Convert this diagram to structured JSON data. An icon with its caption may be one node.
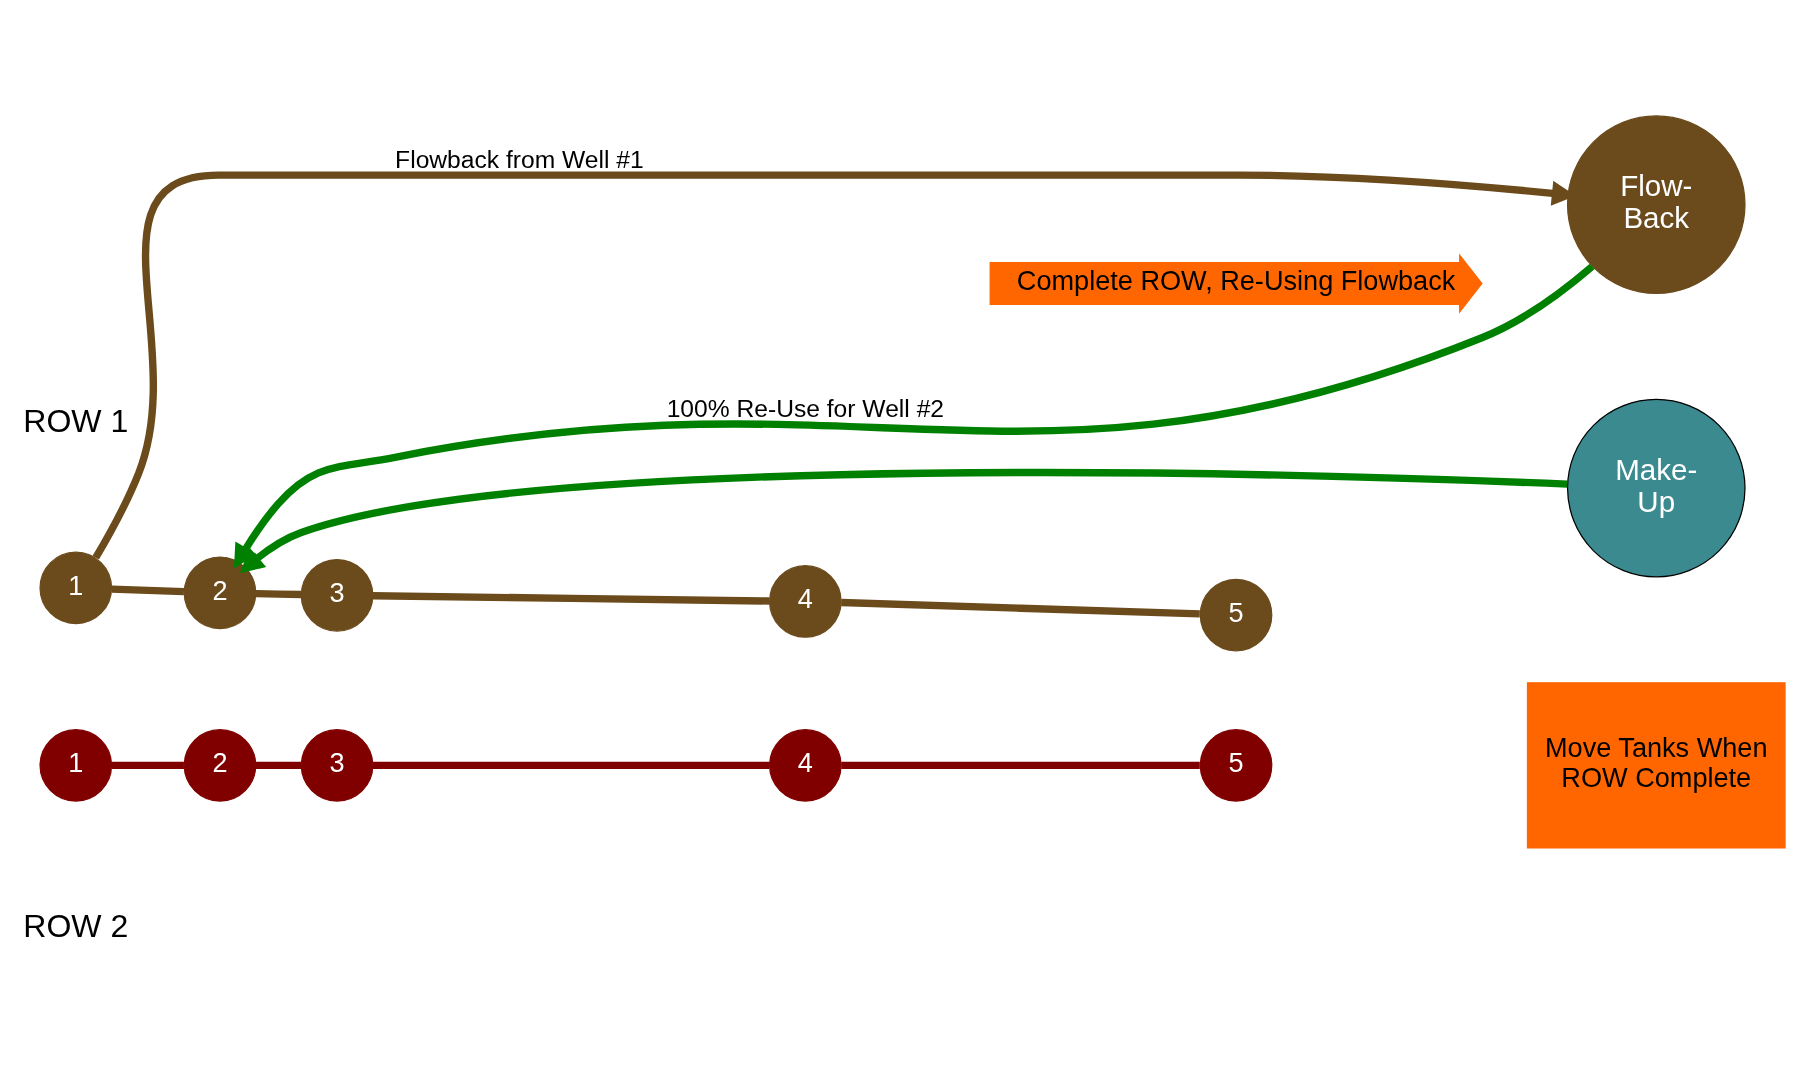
{
  "diagram": {
    "nodes": [
      {
        "text": [
          "1"
        ]
      },
      {
        "text": [
          "2"
        ]
      },
      {
        "text": [
          "3"
        ]
      },
      {
        "text": [
          "4"
        ]
      },
      {
        "text": [
          "5"
        ]
      },
      {
        "text": [
          "1"
        ]
      },
      {
        "text": [
          "2"
        ]
      },
      {
        "text": [
          "3"
        ]
      },
      {
        "text": [
          "4"
        ]
      },
      {
        "text": [
          "5"
        ]
      },
      {
        "text": [
          "Flow- Back"
        ]
      },
      {
        "text": [
          "Make- Up"
        ]
      },
      {
        "text": [
          "Complete ROW, Re-Using Flowback"
        ]
      },
      {
        "text": [
          "Move Tanks When ROW Complete"
        ]
      }
    ],
    "edges": [
      {
        "from": 0,
        "to": 1,
        "arrow": "none",
        "color": "#6b4a1b"
      },
      {
        "from": 1,
        "to": 2,
        "arrow": "none",
        "color": "#6b4a1b"
      },
      {
        "from": 2,
        "to": 3,
        "arrow": "none",
        "color": "#6b4a1b"
      },
      {
        "from": 3,
        "to": 4,
        "arrow": "none",
        "color": "#6b4a1b"
      },
      {
        "from": 5,
        "to": 6,
        "arrow": "none",
        "color": "#800000"
      },
      {
        "from": 6,
        "to": 7,
        "arrow": "none",
        "color": "#800000"
      },
      {
        "from": 7,
        "to": 8,
        "arrow": "none",
        "color": "#800000"
      },
      {
        "from": 8,
        "to": 9,
        "arrow": "none",
        "color": "#800000"
      },
      {
        "from": 0,
        "to": 10,
        "arrow": "to",
        "label": "Flowback from Well #1",
        "color": "#6b4a1b"
      },
      {
        "from": 10,
        "to": 1,
        "arrow": "to",
        "label": "100% Re-Use for Well #2",
        "color": "#008000"
      },
      {
        "from": 11,
        "to": 1,
        "arrow": "to",
        "color": "#008000"
      }
    ],
    "labels": [
      "ROW 1",
      "ROW 2"
    ]
  }
}
